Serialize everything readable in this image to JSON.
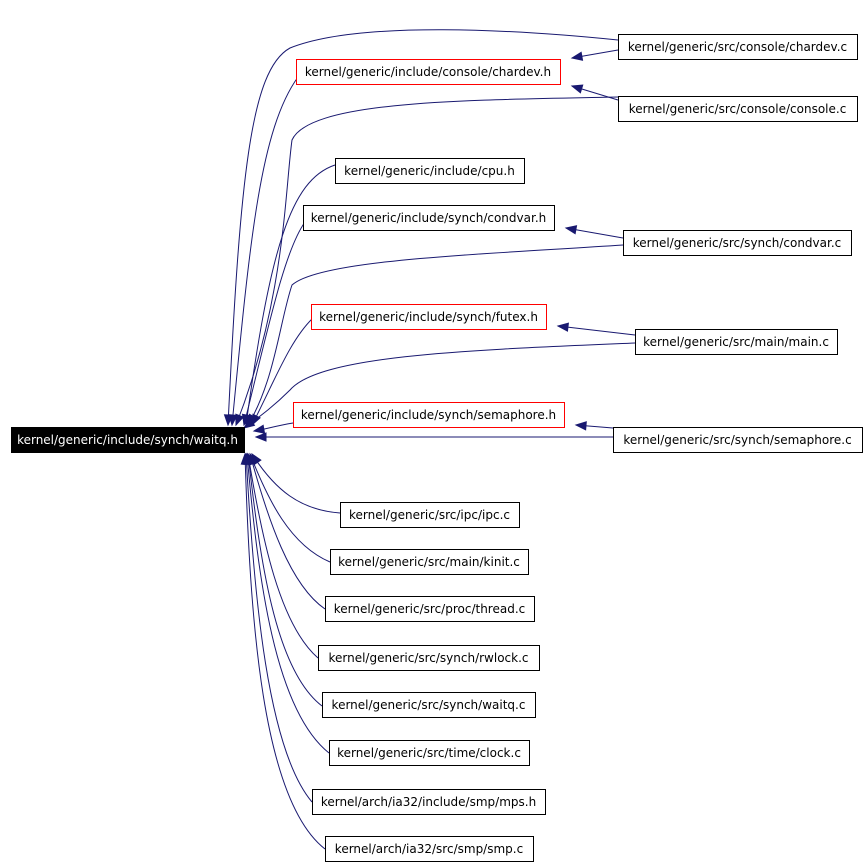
{
  "nodes": [
    {
      "id": "waitq_h",
      "label": "kernel/generic/include/synch/waitq.h",
      "style": "root"
    },
    {
      "id": "chardev_c",
      "label": "kernel/generic/src/console/chardev.c",
      "style": "black"
    },
    {
      "id": "chardev_h",
      "label": "kernel/generic/include/console/chardev.h",
      "style": "red"
    },
    {
      "id": "console_c",
      "label": "kernel/generic/src/console/console.c",
      "style": "black"
    },
    {
      "id": "cpu_h",
      "label": "kernel/generic/include/cpu.h",
      "style": "black"
    },
    {
      "id": "condvar_h",
      "label": "kernel/generic/include/synch/condvar.h",
      "style": "black"
    },
    {
      "id": "condvar_c",
      "label": "kernel/generic/src/synch/condvar.c",
      "style": "black"
    },
    {
      "id": "futex_h",
      "label": "kernel/generic/include/synch/futex.h",
      "style": "red"
    },
    {
      "id": "main_c",
      "label": "kernel/generic/src/main/main.c",
      "style": "black"
    },
    {
      "id": "semaphore_h",
      "label": "kernel/generic/include/synch/semaphore.h",
      "style": "red"
    },
    {
      "id": "semaphore_c",
      "label": "kernel/generic/src/synch/semaphore.c",
      "style": "black"
    },
    {
      "id": "ipc_c",
      "label": "kernel/generic/src/ipc/ipc.c",
      "style": "black"
    },
    {
      "id": "kinit_c",
      "label": "kernel/generic/src/main/kinit.c",
      "style": "black"
    },
    {
      "id": "thread_c",
      "label": "kernel/generic/src/proc/thread.c",
      "style": "black"
    },
    {
      "id": "rwlock_c",
      "label": "kernel/generic/src/synch/rwlock.c",
      "style": "black"
    },
    {
      "id": "waitq_c",
      "label": "kernel/generic/src/synch/waitq.c",
      "style": "black"
    },
    {
      "id": "clock_c",
      "label": "kernel/generic/src/time/clock.c",
      "style": "black"
    },
    {
      "id": "mps_h",
      "label": "kernel/arch/ia32/include/smp/mps.h",
      "style": "black"
    },
    {
      "id": "smp_c",
      "label": "kernel/arch/ia32/src/smp/smp.c",
      "style": "black"
    }
  ],
  "edges": [
    {
      "from": "chardev_c",
      "to": "waitq_h"
    },
    {
      "from": "chardev_c",
      "to": "chardev_h"
    },
    {
      "from": "chardev_h",
      "to": "waitq_h"
    },
    {
      "from": "console_c",
      "to": "chardev_h"
    },
    {
      "from": "console_c",
      "to": "waitq_h"
    },
    {
      "from": "cpu_h",
      "to": "waitq_h"
    },
    {
      "from": "condvar_h",
      "to": "waitq_h"
    },
    {
      "from": "condvar_c",
      "to": "condvar_h"
    },
    {
      "from": "condvar_c",
      "to": "waitq_h"
    },
    {
      "from": "futex_h",
      "to": "waitq_h"
    },
    {
      "from": "main_c",
      "to": "futex_h"
    },
    {
      "from": "main_c",
      "to": "waitq_h"
    },
    {
      "from": "semaphore_h",
      "to": "waitq_h"
    },
    {
      "from": "semaphore_c",
      "to": "semaphore_h"
    },
    {
      "from": "semaphore_c",
      "to": "waitq_h"
    },
    {
      "from": "ipc_c",
      "to": "waitq_h"
    },
    {
      "from": "kinit_c",
      "to": "waitq_h"
    },
    {
      "from": "thread_c",
      "to": "waitq_h"
    },
    {
      "from": "rwlock_c",
      "to": "waitq_h"
    },
    {
      "from": "waitq_c",
      "to": "waitq_h"
    },
    {
      "from": "clock_c",
      "to": "waitq_h"
    },
    {
      "from": "mps_h",
      "to": "waitq_h"
    },
    {
      "from": "smp_c",
      "to": "waitq_h"
    }
  ],
  "colors": {
    "edge": "#191970",
    "highlight_border": "#ff0000",
    "root_fill": "#000000",
    "root_text": "#ffffff"
  }
}
